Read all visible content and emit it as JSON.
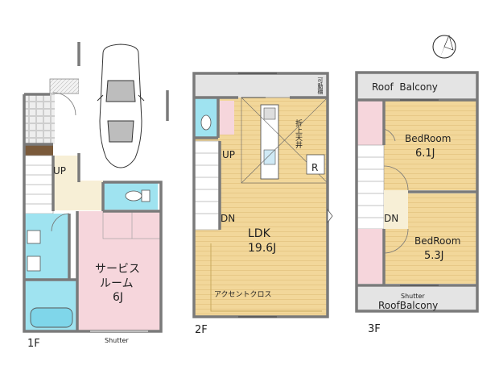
{
  "floors": {
    "f1": {
      "floor_label": "1F",
      "up_label": "UP",
      "service_room_line1": "サービス",
      "service_room_line2": "ルーム",
      "service_room_size": "6J",
      "shutter_label": "Shutter"
    },
    "f2": {
      "floor_label": "2F",
      "up_label": "UP",
      "dn_label": "DN",
      "ldk_label": "LDK",
      "ldk_size": "19.6J",
      "ceiling_label": "折上天井",
      "r_label": "R",
      "accent_label": "アクセントクロス",
      "storage_label": "可動棚"
    },
    "f3": {
      "floor_label": "3F",
      "roof_balcony_top": "Roof  Balcony",
      "bedroom1_label": "BedRoom",
      "bedroom1_size": "6.1J",
      "bedroom2_label": "BedRoom",
      "bedroom2_size": "5.3J",
      "dn_label": "DN",
      "shutter_label": "Shutter",
      "roof_balcony_bottom": "RoofBalcony"
    }
  },
  "colors": {
    "wall": "#7a7a7a",
    "wood_floor": "#f2d79a",
    "pink_room": "#f6d6dc",
    "wet_area": "#9fe3f0",
    "hall": "#f7efd6",
    "balcony": "#e4e4e4",
    "stair": "#ffffff"
  },
  "icons": [
    "compass-north-icon",
    "car-icon"
  ]
}
